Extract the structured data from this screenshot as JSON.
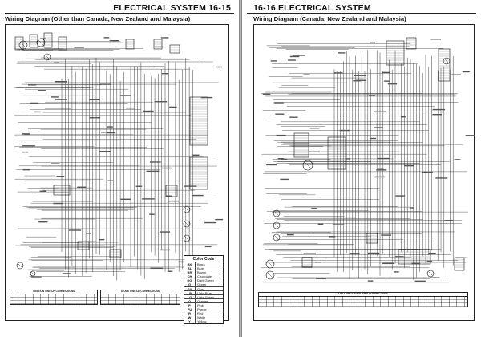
{
  "left_page": {
    "header": "ELECTRICAL SYSTEM 16-15",
    "diagram_title": "Wiring Diagram (Other than Canada, New Zealand and Malaysia)",
    "tables": [
      {
        "title": "IGNITION SWITCH CONNECTIONS"
      },
      {
        "title": "DIODE SWITCH CONNECTIONS"
      }
    ],
    "color_code": {
      "title": "Color Code",
      "rows": [
        {
          "code": "BK",
          "name": "Black"
        },
        {
          "code": "BL",
          "name": "Blue"
        },
        {
          "code": "BR",
          "name": "Brown"
        },
        {
          "code": "CH",
          "name": "Chocolate"
        },
        {
          "code": "DG",
          "name": "Dark Green"
        },
        {
          "code": "G",
          "name": "Green"
        },
        {
          "code": "GY",
          "name": "Gray"
        },
        {
          "code": "LB",
          "name": "Light Blue"
        },
        {
          "code": "LG",
          "name": "Light Green"
        },
        {
          "code": "O",
          "name": "Orange"
        },
        {
          "code": "P",
          "name": "Pink"
        },
        {
          "code": "PU",
          "name": "Purple"
        },
        {
          "code": "R",
          "name": "Red"
        },
        {
          "code": "W",
          "name": "White"
        },
        {
          "code": "Y",
          "name": "Yellow"
        }
      ]
    }
  },
  "right_page": {
    "header": "16-16 ELECTRICAL SYSTEM",
    "diagram_title": "Wiring Diagram (Canada, New Zealand and Malaysia)",
    "tables": [
      {
        "title": "LEFT SWITCH HOUSING CONNECTIONS"
      }
    ]
  }
}
